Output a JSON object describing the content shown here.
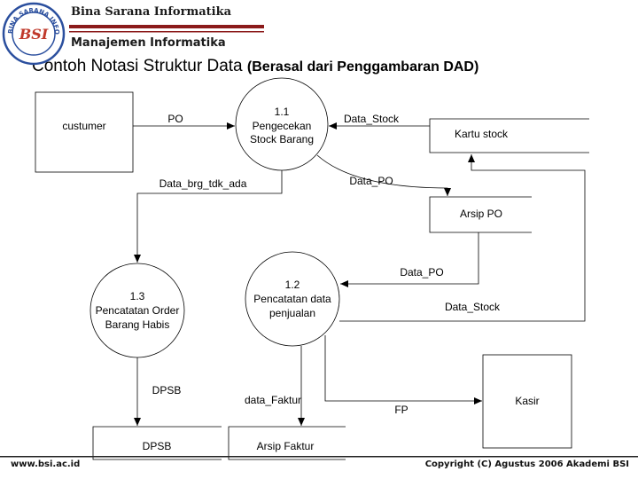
{
  "header": {
    "org_name": "Bina Sarana Informatika",
    "dept_name": "Manajemen Informatika",
    "logo_text": "BINA SARANA INFORMATIKA",
    "logo_mark": "BSI"
  },
  "title": {
    "main": "Contoh Notasi Struktur Data",
    "sub": "(Berasal dari Penggambaran DAD)"
  },
  "entities": {
    "custumer": "custumer",
    "kasir": "Kasir"
  },
  "processes": {
    "p11": {
      "number": "1.1",
      "line1": "Pengecekan",
      "line2": "Stock Barang"
    },
    "p12": {
      "number": "1.2",
      "line1": "Pencatatan data",
      "line2": "penjualan"
    },
    "p13": {
      "number": "1.3",
      "line1": "Pencatatan Order",
      "line2": "Barang Habis"
    }
  },
  "stores": {
    "kartu_stock": "Kartu stock",
    "arsip_po": "Arsip PO",
    "dpsb": "DPSB",
    "arsip_faktur": "Arsip Faktur"
  },
  "flows": {
    "po": "PO",
    "data_stock_in": "Data_Stock",
    "data_brg_tdk_ada": "Data_brg_tdk_ada",
    "data_po_out": "Data_PO",
    "data_po_in": "Data_PO",
    "data_stock_out": "Data_Stock",
    "dpsb": "DPSB",
    "data_faktur": "data_Faktur",
    "fp": "FP"
  },
  "footer": {
    "website": "www.bsi.ac.id",
    "copyright": "Copyright (C) Agustus 2006 Akademi BSI"
  },
  "colors": {
    "header_rule": "#8b1a1a",
    "logo_blue": "#2b4f9e",
    "logo_red": "#c0392b"
  }
}
